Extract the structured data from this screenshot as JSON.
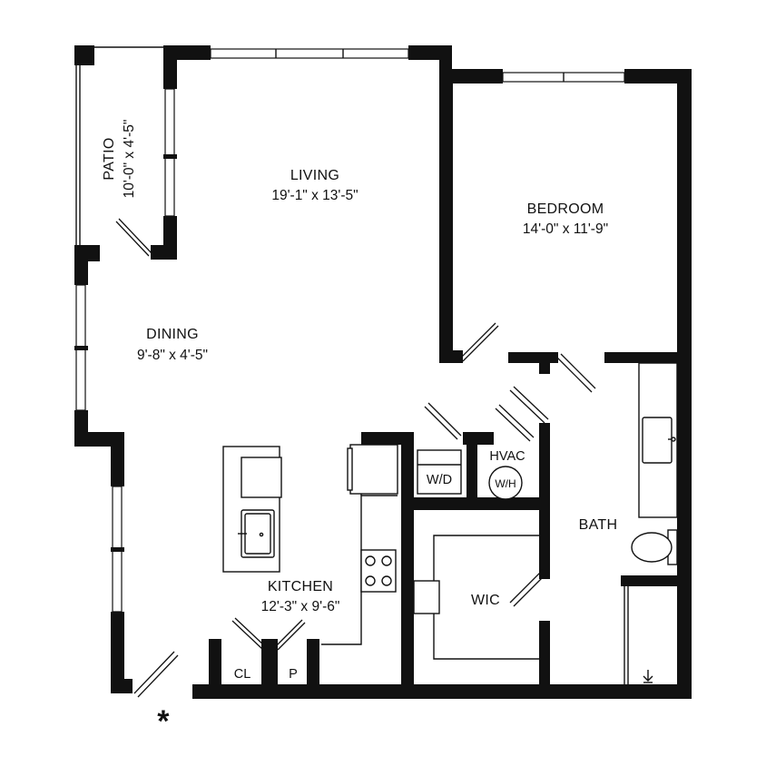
{
  "rooms": {
    "patio": {
      "name": "PATIO",
      "dim": "10'-0\" x 4'-5\""
    },
    "living": {
      "name": "LIVING",
      "dim": "19'-1\" x 13'-5\""
    },
    "bedroom": {
      "name": "BEDROOM",
      "dim": "14'-0\" x 11'-9\""
    },
    "dining": {
      "name": "DINING",
      "dim": "9'-8\" x 4'-5\""
    },
    "kitchen": {
      "name": "KITCHEN",
      "dim": "12'-3\" x 9'-6\""
    },
    "bath": {
      "name": "BATH"
    },
    "wic": {
      "name": "WIC"
    }
  },
  "labels": {
    "hvac": "HVAC",
    "wd": "W/D",
    "wh": "W/H",
    "closet": "CL",
    "pantry": "P",
    "entry_marker": "*"
  },
  "icons": [
    "sink-icon",
    "toilet-icon",
    "stove-icon",
    "fridge-icon",
    "floor-drain-icon",
    "entry-star-icon"
  ],
  "colors": {
    "wall": "#111111",
    "background": "#ffffff"
  }
}
